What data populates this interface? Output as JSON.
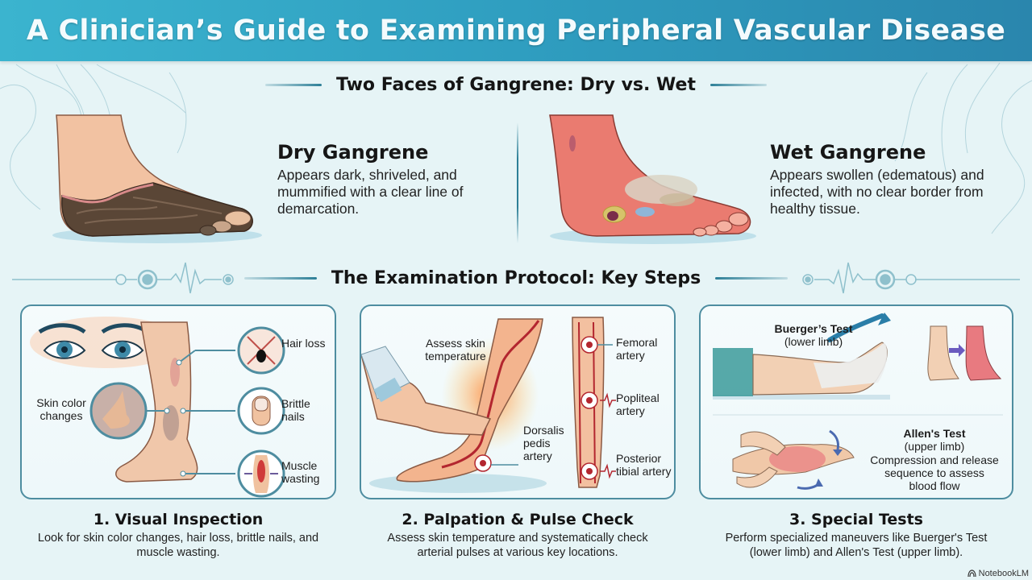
{
  "header": {
    "title": "A Clinician’s Guide to Examining Peripheral Vascular Disease"
  },
  "gangrene_section": {
    "title": "Two Faces of Gangrene: Dry vs. Wet",
    "dry": {
      "title": "Dry Gangrene",
      "description": "Appears dark, shriveled, and mummified with a clear line of demarcation.",
      "icon": "dry-gangrene-foot-illustration"
    },
    "wet": {
      "title": "Wet Gangrene",
      "description": "Appears swollen (edematous) and infected, with no clear border from healthy tissue.",
      "icon": "wet-gangrene-foot-illustration"
    }
  },
  "protocol_section": {
    "title": "The Examination Protocol: Key Steps",
    "steps": [
      {
        "title": "1. Visual Inspection",
        "description": "Look for skin color changes, hair loss, brittle nails, and muscle wasting.",
        "labels": {
          "skin_color": "Skin color changes",
          "hair_loss": "Hair loss",
          "brittle_nails": "Brittle nails",
          "muscle_wasting": "Muscle wasting"
        }
      },
      {
        "title": "2. Palpation & Pulse Check",
        "description": "Assess skin temperature and systematically check arterial pulses at various key locations.",
        "labels": {
          "skin_temp": "Assess skin temperature",
          "femoral": "Femoral artery",
          "popliteal": "Popliteal artery",
          "posterior_tibial": "Posterior tibial artery",
          "dorsalis_pedis": "Dorsalis pedis artery"
        }
      },
      {
        "title": "3. Special Tests",
        "description": "Perform specialized maneuvers like Buerger's Test (lower limb) and Allen's Test (upper limb).",
        "labels": {
          "buerger_title": "Buerger’s Test",
          "buerger_sub": "(lower limb)",
          "allen_title": "Allen's Test",
          "allen_sub": "(upper limb)",
          "allen_desc": "Compression and release sequence to assess blood flow"
        }
      }
    ]
  },
  "brand": {
    "label": "NotebookLM"
  },
  "colors": {
    "header_start": "#3bb4cf",
    "header_end": "#2a86ad",
    "background": "#e6f4f6",
    "card_border": "#4e8da0",
    "artery_red": "#b3262f"
  }
}
